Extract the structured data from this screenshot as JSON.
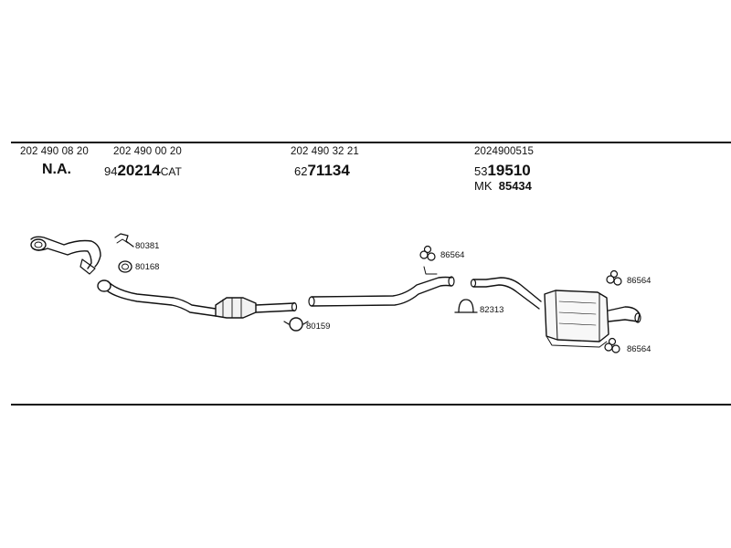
{
  "columns": [
    {
      "oem": "202 490 08 20",
      "label": "N.A."
    },
    {
      "oem": "202 490 00 20",
      "part_prefix": "94",
      "part_number": "20214",
      "part_suffix": "CAT"
    },
    {
      "oem": "202 490 32 21",
      "part_prefix": "62",
      "part_number": "71134"
    },
    {
      "oem": "2024900515",
      "part_prefix": "53",
      "part_number": "19510",
      "kit_prefix": "MK",
      "kit_number": "85434"
    }
  ],
  "callouts": {
    "c1": "80381",
    "c2": "80168",
    "c3": "80159",
    "c4": "86564",
    "c5": "82313",
    "c6": "86564",
    "c7": "86564"
  }
}
